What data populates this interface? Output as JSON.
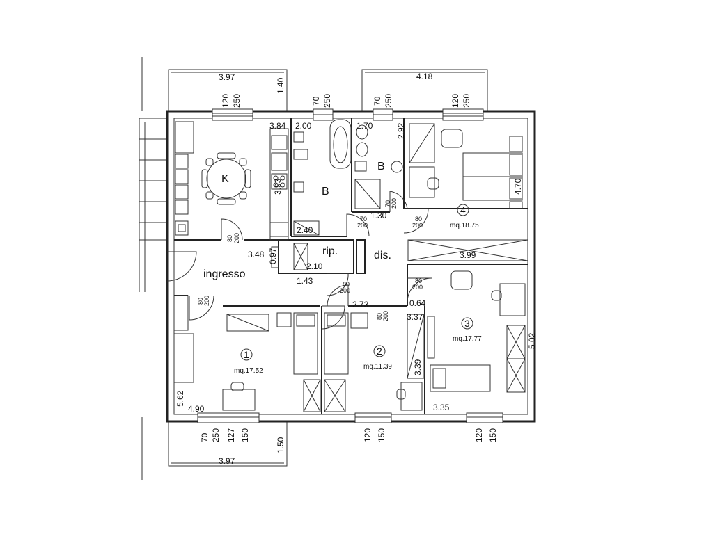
{
  "rooms": {
    "kitchen": "K",
    "bath1": "B",
    "bath2": "B",
    "storage": "rip.",
    "hall": "dis.",
    "entrance": "ingresso",
    "bedroom1": {
      "number": "1",
      "area": "mq.17.52"
    },
    "bedroom2": {
      "number": "2",
      "area": "mq.11.39"
    },
    "bedroom3": {
      "number": "3",
      "area": "mq.17.77"
    },
    "bedroom4": {
      "number": "4",
      "area": "mq.18.75"
    }
  },
  "dimensions": {
    "balcony_top_left_width": "3.97",
    "balcony_top_left_depth": "1.40",
    "balcony_top_right_width": "4.18",
    "balcony_bottom_width": "3.97",
    "balcony_bottom_depth": "1.50",
    "kitchen_width": "3.84",
    "kitchen_depth": "3.93",
    "bath1_width": "2.00",
    "bath1_depth": "2.40",
    "bath2_width": "1.70",
    "bath2_depth": "1.30",
    "bedroom4_depth": "2.92",
    "bedroom4_width": "4.70",
    "entrance_width": "3.48",
    "entrance_depth": "0.97",
    "storage_width": "2.10",
    "corridor_width": "1.43",
    "hall_width": "2.73",
    "hall_gap": "0.64",
    "wardrobe_width": "3.99",
    "bedroom2_width": "3.37",
    "bedroom2_depth": "3.39",
    "bedroom3_width": "5.02",
    "bedroom3_depth": "3.35",
    "bedroom1_depth": "5.62",
    "bedroom1_width": "4.90"
  },
  "windows": {
    "k_top_a": "120",
    "k_top_b": "250",
    "b1_top_a": "70",
    "b1_top_b": "250",
    "b2_top_a": "70",
    "b2_top_b": "250",
    "r4_top_a": "120",
    "r4_top_b": "250",
    "r1_bot_a": "70",
    "r1_bot_b": "250",
    "r1_bot_c": "127",
    "r1_bot_d": "150",
    "r2_bot_a": "120",
    "r2_bot_b": "150",
    "r3_bot_a": "120",
    "r3_bot_b": "150"
  },
  "doors": {
    "kitchen": {
      "a": "80",
      "b": "200"
    },
    "entrance": {
      "a": "80",
      "b": "200"
    },
    "bath1": {
      "a": "70",
      "b": "200"
    },
    "bath2": {
      "a": "70",
      "b": "200"
    },
    "bedroom4": {
      "a": "80",
      "b": "200"
    },
    "storage": {
      "a": "80",
      "b": "200"
    },
    "bedroom3": {
      "a": "80",
      "b": "200"
    },
    "bedroom2": {
      "a": "80",
      "b": "200"
    }
  }
}
